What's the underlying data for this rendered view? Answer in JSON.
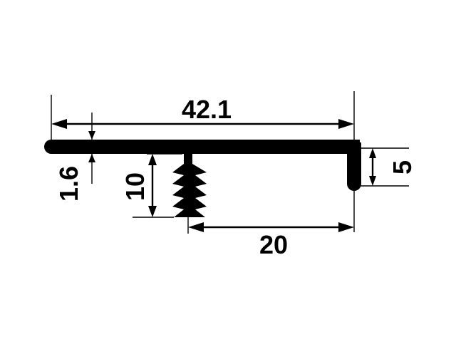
{
  "dimensions": {
    "overall_width": "42.1",
    "thickness": "1.6",
    "stem_height": "10",
    "lip_height": "5",
    "offset_width": "20"
  },
  "colors": {
    "profile": "#000000",
    "background": "#ffffff"
  }
}
